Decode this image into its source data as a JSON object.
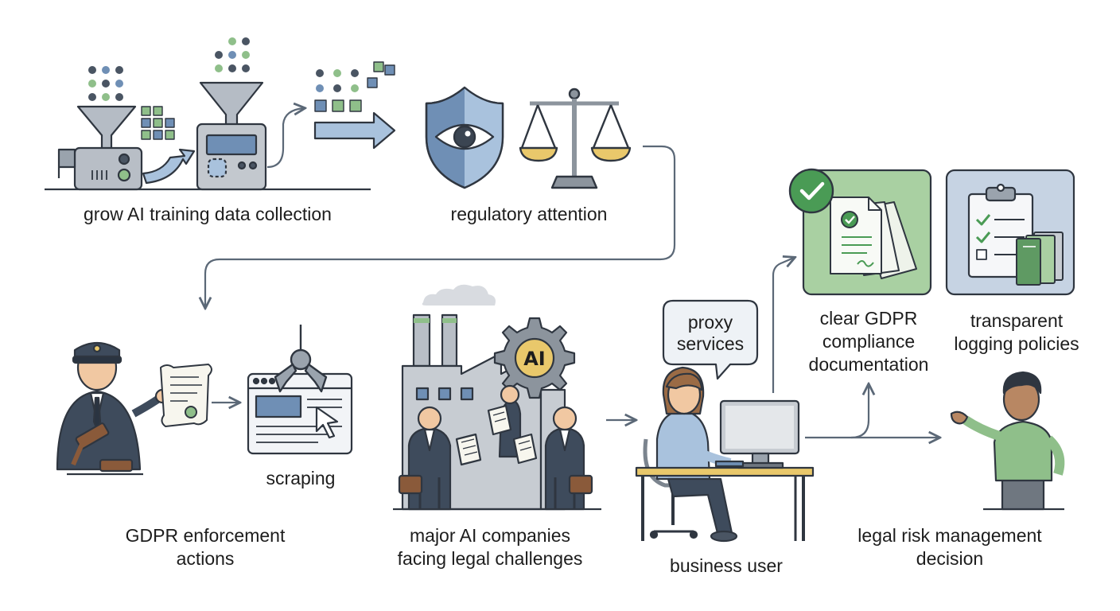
{
  "labels": {
    "data_collection": "grow AI training data collection",
    "regulatory": "regulatory attention",
    "gdpr_enforcement": "GDPR enforcement\nactions",
    "scraping": "scraping",
    "ai_companies": "major AI companies\nfacing legal challenges",
    "business_user": "business user",
    "proxy_services": "proxy\nservices",
    "compliance_docs": "clear GDPR\ncompliance\ndocumentation",
    "logging_policies": "transparent\nlogging policies",
    "legal_risk": "legal risk management\ndecision"
  },
  "badges": {
    "ai_gear": "AI"
  },
  "icons": {
    "data_collection": [
      "funnel-machine-icon",
      "data-grid-icon",
      "arrow-right-icon"
    ],
    "regulatory": [
      "shield-eye-icon",
      "balance-scale-icon"
    ],
    "gdpr_enforcement": [
      "officer-with-gavel-icon",
      "document-icon"
    ],
    "scraping": [
      "browser-window-icon",
      "claw-grabber-icon",
      "cursor-icon"
    ],
    "ai_companies": [
      "factory-icon",
      "ai-gear-icon",
      "businessmen-icon"
    ],
    "business_user": [
      "person-at-computer-icon"
    ],
    "compliance_docs": [
      "checkmark-badge-icon",
      "document-stack-icon"
    ],
    "logging_policies": [
      "clipboard-checklist-icon",
      "binders-icon"
    ],
    "legal_risk": [
      "gesturing-person-icon"
    ]
  },
  "colors": {
    "stroke": "#2f3640",
    "steel_blue": "#6f8fb5",
    "light_blue": "#a9c2dd",
    "green": "#8fbf8a",
    "green_dark": "#4a9b55",
    "gray": "#c9cdd2",
    "gold": "#e9c86b",
    "arrow": "#5b6877"
  }
}
